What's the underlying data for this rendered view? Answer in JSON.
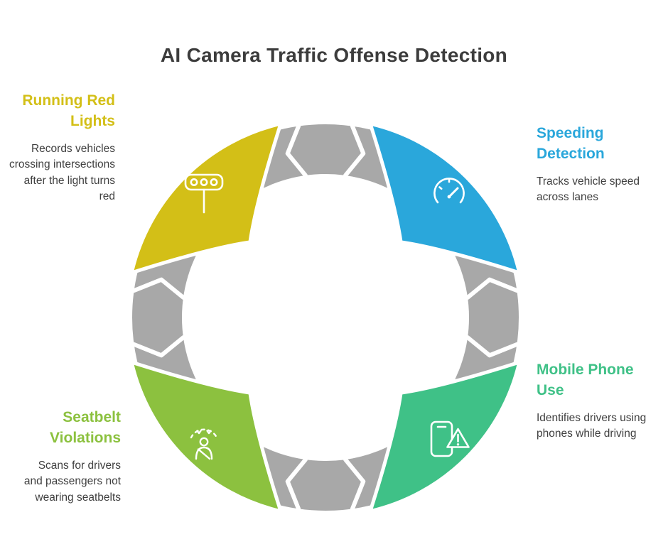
{
  "title": "AI Camera Traffic Offense Detection",
  "ring_color": "#a8a8a8",
  "icon_color": "#ffffff",
  "segments": [
    {
      "id": "running-red-lights",
      "heading": "Running Red Lights",
      "description": "Records vehicles crossing intersections after the light turns red",
      "color": "#d3bf17",
      "icon": "traffic-light-icon",
      "position": "top-left"
    },
    {
      "id": "speeding-detection",
      "heading": "Speeding Detection",
      "description": "Tracks vehicle speed across lanes",
      "color": "#2aa7db",
      "icon": "speedometer-icon",
      "position": "top-right"
    },
    {
      "id": "mobile-phone-use",
      "heading": "Mobile Phone Use",
      "description": "Identifies drivers using phones while driving",
      "color": "#3fc187",
      "icon": "phone-warning-icon",
      "position": "bottom-right"
    },
    {
      "id": "seatbelt-violations",
      "heading": "Seatbelt Violations",
      "description": "Scans for drivers and passengers not wearing seatbelts",
      "color": "#8cc13f",
      "icon": "person-seatbelt-icon",
      "position": "bottom-left"
    }
  ]
}
